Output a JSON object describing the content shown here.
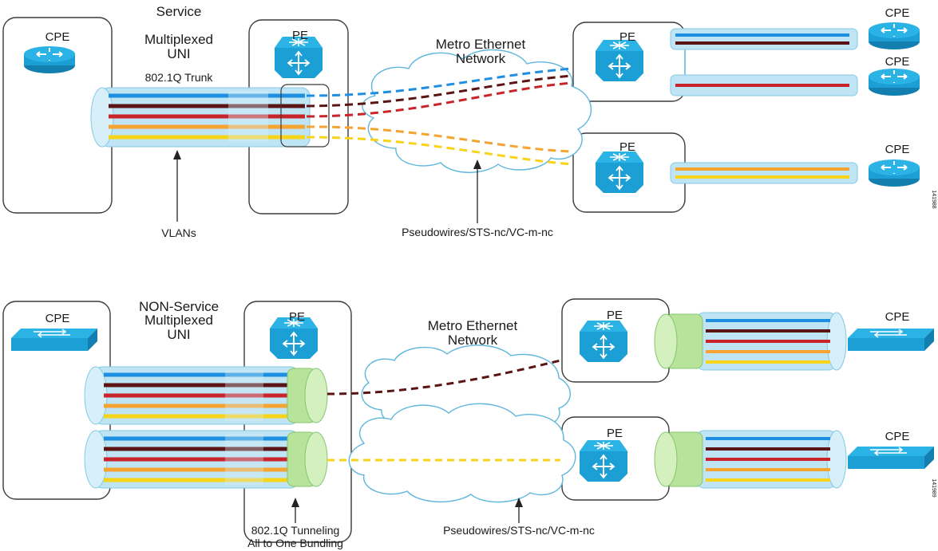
{
  "colors": {
    "blue": "#1e8fe0",
    "darkred": "#5a1414",
    "red": "#c8242a",
    "orange": "#f5a431",
    "yellow": "#f7d319",
    "device": "#1b9fd4",
    "cloud_stroke": "#5fb6dd",
    "tunnel_green": "#b7e39a",
    "trunk_tube": "#bfe4f3"
  },
  "top": {
    "cpe_left": "CPE",
    "title_line1": "Service",
    "title_line2": "Multiplexed",
    "title_line3": "UNI",
    "trunk_label": "802.1Q Trunk",
    "pe_left": "PE",
    "network_line1": "Metro Ethernet",
    "network_line2": "Network",
    "pe_right_upper": "PE",
    "pe_right_lower": "PE",
    "cpe_right_1": "CPE",
    "cpe_right_2": "CPE",
    "cpe_right_3": "CPE",
    "vlans_label": "VLANs",
    "pw_label": "Pseudowires/STS-nc/VC-m-nc",
    "figure_id": "141988"
  },
  "bottom": {
    "cpe_left": "CPE",
    "title_line1": "NON-Service",
    "title_line2": "Multiplexed",
    "title_line3": "UNI",
    "pe_left": "PE",
    "network_line1": "Metro Ethernet",
    "network_line2": "Network",
    "pe_right_upper": "PE",
    "pe_right_lower": "PE",
    "cpe_right_1": "CPE",
    "cpe_right_2": "CPE",
    "tunnel_line1": "802.1Q Tunneling",
    "tunnel_line2": "All to One Bundling",
    "pw_label": "Pseudowires/STS-nc/VC-m-nc",
    "figure_id": "141989"
  }
}
